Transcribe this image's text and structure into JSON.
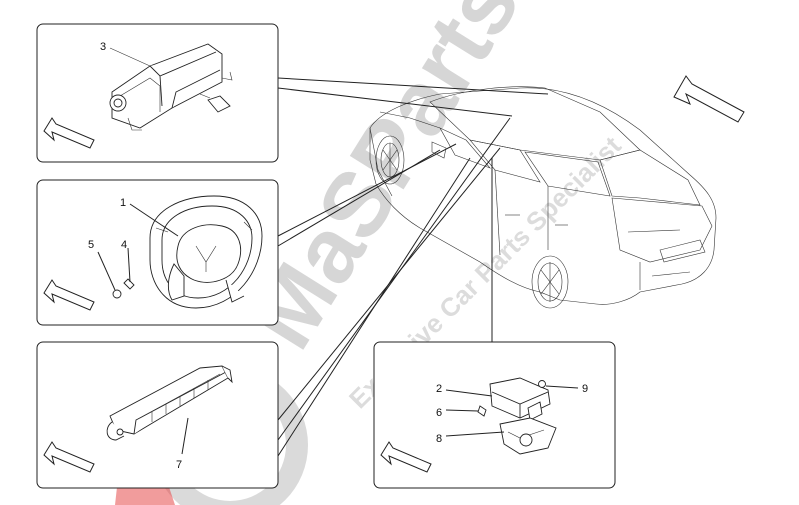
{
  "watermark": {
    "brand": "MaSParts",
    "tagline": "Exclusive Car Parts Specialist",
    "color": "#c9c9c9",
    "accent": "#e02a2a"
  },
  "callouts": {
    "n1": "1",
    "n2": "2",
    "n3": "3",
    "n4": "4",
    "n5": "5",
    "n6": "6",
    "n7": "7",
    "n8": "8",
    "n9": "9"
  },
  "icons": {
    "direction_arrow": "arrow-icon",
    "car": "car-outline"
  }
}
